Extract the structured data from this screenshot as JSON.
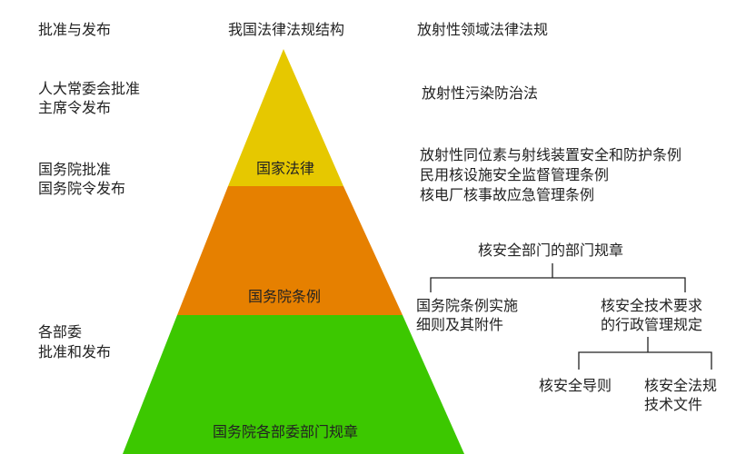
{
  "colors": {
    "law": "#E6C800",
    "regulation": "#E68000",
    "rules": "#3CC800",
    "line": "#222222"
  },
  "left_column": {
    "header": "批准与发布",
    "law_approval": [
      "人大常委会批准",
      "主席令发布"
    ],
    "regulation_approval": [
      "国务院批准",
      "国务院令发布"
    ],
    "rules_approval": [
      "各部委",
      "批准和发布"
    ]
  },
  "pyramid": {
    "header": "我国法律法规结构",
    "levels": [
      "国家法律",
      "国务院条例",
      "国务院各部委部门规章"
    ]
  },
  "right_column": {
    "header": "放射性领域法律法规",
    "law": "放射性污染防治法",
    "regulations": [
      "放射性同位素与射线装置安全和防护条例",
      "民用核设施安全监督管理条例",
      "核电厂核事故应急管理条例"
    ],
    "tree": {
      "root": "核安全部门的部门规章",
      "child_left": [
        "国务院条例实施",
        "细则及其附件"
      ],
      "child_right": [
        "核安全技术要求",
        "的行政管理规定"
      ],
      "grandchild_left": "核安全导则",
      "grandchild_right": [
        "核安全法规",
        "技术文件"
      ]
    }
  }
}
